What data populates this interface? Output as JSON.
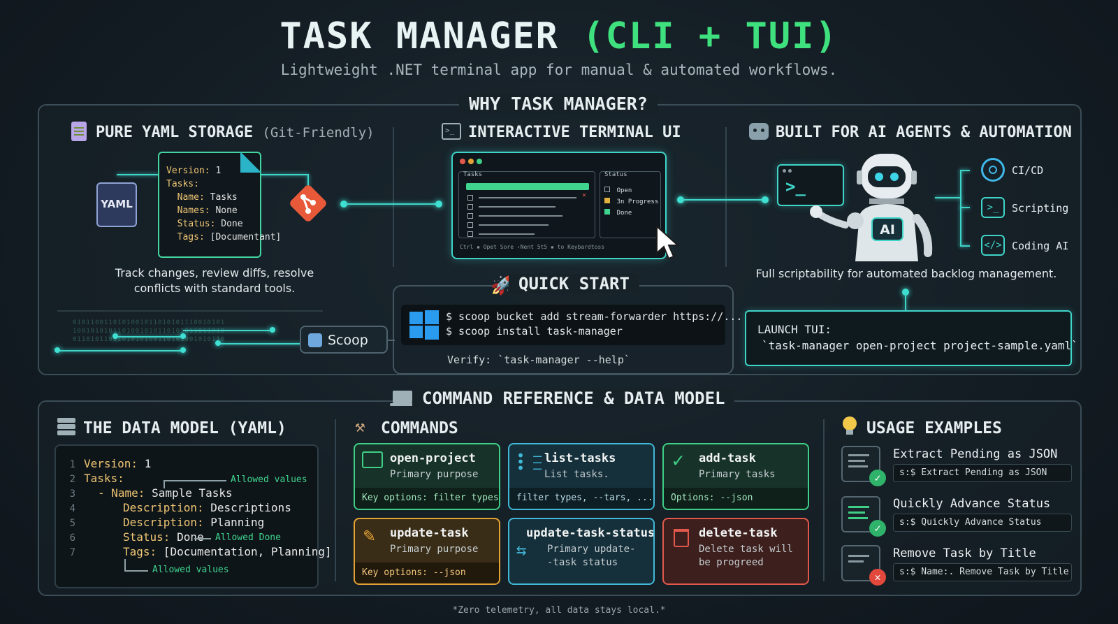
{
  "header": {
    "title_main": "TASK MANAGER",
    "title_accent": "(CLI + TUI)",
    "subtitle": "Lightweight .NET terminal app for manual & automated workflows."
  },
  "why": {
    "title": "WHY TASK MANAGER?",
    "yaml_section": {
      "title": "PURE YAML STORAGE",
      "title_suffix": "(Git-Friendly)",
      "file_label": "YAML",
      "doc_lines": [
        {
          "key": "Version:",
          "value": " 1"
        },
        {
          "key": "Tasks:",
          "value": ""
        },
        {
          "key": "  Name:",
          "value": " Tasks"
        },
        {
          "key": "  Names:",
          "value": " None"
        },
        {
          "key": "  Status:",
          "value": " Done"
        },
        {
          "key": "  Tags:",
          "value": " [Documentant]"
        }
      ],
      "caption": "Track changes, review diffs, resolve conflicts with standard tools."
    },
    "tui_section": {
      "title": "INTERACTIVE TERMINAL UI",
      "tasks_label": "Tasks",
      "status_label": "Status",
      "status_items": [
        "Open",
        "3n Progress",
        "Done"
      ],
      "footer_text": "Ctrl ▪ Opet Sore ‹Nent 5t5 ▪ to Keybardtoss"
    },
    "ai_section": {
      "title": "BUILT FOR AI AGENTS & AUTOMATION",
      "robot_label": "AI",
      "prompt_glyph": ">_",
      "items": [
        {
          "label": "CI/CD",
          "icon": "ci-cd-icon"
        },
        {
          "label": "Scripting",
          "icon": "terminal-icon"
        },
        {
          "label": "Coding AI",
          "icon": "code-icon"
        }
      ],
      "caption": "Full scriptability for automated backlog management."
    },
    "quick_start": {
      "title": "QUICK START",
      "cmd1": "$ scoop bucket add stream-forwarder https://...",
      "cmd2": "$ scoop install task-manager",
      "verify": "Verify: `task-manager --help`",
      "chip": "Scoop"
    },
    "launch": {
      "label": "LAUNCH TUI:",
      "cmd": "`task-manager open-project project-sample.yaml`"
    }
  },
  "ref": {
    "title": "COMMAND REFERENCE & DATA MODEL",
    "data_model": {
      "title": "THE DATA MODEL (YAML)",
      "lines": [
        {
          "n": "1",
          "key": "Version:",
          "value": " 1",
          "indent": 0
        },
        {
          "n": "2",
          "key": "Tasks:",
          "value": "",
          "indent": 0
        },
        {
          "n": "3",
          "key": "- Name:",
          "value": " Sample Tasks",
          "indent": 1
        },
        {
          "n": "4",
          "key": "Description:",
          "value": " Descriptions",
          "indent": 2
        },
        {
          "n": "5",
          "key": "Description:",
          "value": " Planning",
          "indent": 2
        },
        {
          "n": "6",
          "key": "Status:",
          "value": " Done",
          "indent": 2
        },
        {
          "n": "7",
          "key": "Tags:",
          "value": " [Documentation, Planning]",
          "indent": 2
        }
      ],
      "ann_allowed_top": "Allowed values",
      "ann_allowed_done": "Allowed Done",
      "ann_allowed_bottom": "Allowed values"
    },
    "commands": {
      "title": "COMMANDS",
      "cards": [
        {
          "name": "open-project",
          "desc": "Primary purpose",
          "foot": "Key options: filter types"
        },
        {
          "name": "list-tasks",
          "desc": "List tasks.",
          "foot": "filter types, --tars, ..."
        },
        {
          "name": "add-task",
          "desc": "Primary tasks",
          "foot": "Options: --json"
        },
        {
          "name": "update-task",
          "desc": "Primary purpose",
          "foot": "Key options: --json"
        },
        {
          "name": "update-task-status",
          "desc": "Primary update- -task status",
          "foot": ""
        },
        {
          "name": "delete-task",
          "desc": "Delete task will be progreed",
          "foot": ""
        }
      ]
    },
    "usage": {
      "title": "USAGE EXAMPLES",
      "items": [
        {
          "title": "Extract Pending as JSON",
          "cmd": "s:$ Extract Pending as JSON",
          "badge": "✓"
        },
        {
          "title": "Quickly Advance Status",
          "cmd": "s:$ Quickly Advance Status",
          "badge": "✓"
        },
        {
          "title": "Remove Task by Title",
          "cmd": "s:$ Name:. Remove Task by Title",
          "badge": "✕"
        }
      ]
    }
  },
  "footer": "*Zero telemetry, all data stays local.*",
  "colors": {
    "accent_teal": "#3fd5c9",
    "accent_green": "#3fe07e",
    "card_green": "#3fcf86",
    "card_blue": "#41b8d8",
    "card_orange": "#e3a234",
    "card_red": "#e2584c"
  }
}
